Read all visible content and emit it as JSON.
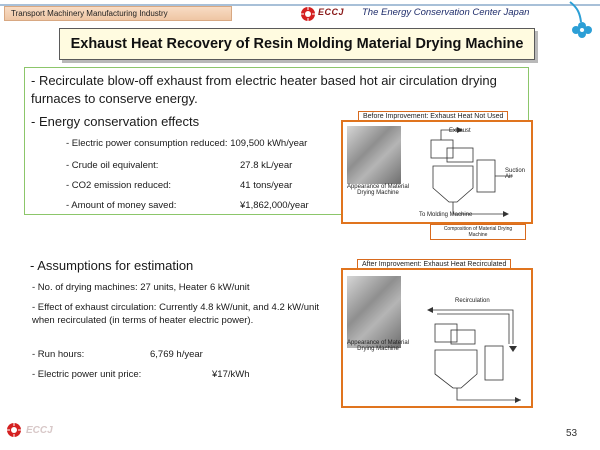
{
  "header": {
    "tag": "Transport Machinery Manufacturing Industry",
    "eccj": "ECCJ",
    "center": "The Energy Conservation Center Japan"
  },
  "title": "Exhaust Heat Recovery of Resin Molding Material Drying Machine",
  "top": {
    "bullet1": "- Recirculate blow-off exhaust from electric heater based hot air circulation drying furnaces to conserve energy.",
    "bullet2": "- Energy conservation effects",
    "effects": [
      {
        "label": "- Electric power consumption reduced: 109,500 kWh/year",
        "value": ""
      },
      {
        "label": "- Crude oil equivalent:",
        "value": "27.8 kL/year"
      },
      {
        "label": "- CO2 emission reduced:",
        "value": "41 tons/year"
      },
      {
        "label": "- Amount of money saved:",
        "value": "¥1,862,000/year"
      }
    ]
  },
  "assumptions": {
    "heading": "- Assumptions for estimation",
    "items": [
      {
        "label": "- No. of drying machines: 27 units, Heater 6 kW/unit",
        "value": ""
      },
      {
        "label": "- Effect of exhaust circulation: Currently 4.8 kW/unit, and 4.2 kW/unit when recirculated (in terms of heater electric power).",
        "value": ""
      },
      {
        "label": "- Run hours:",
        "value": "6,769 h/year"
      },
      {
        "label": "- Electric power unit price:",
        "value": "¥17/kWh"
      }
    ]
  },
  "diagram_before": {
    "label": "Before Improvement: Exhaust Heat Not Used",
    "photo_caption": "Appearance of Material Drying Machine",
    "exhaust": "Exhaust",
    "suction": "Suction Air",
    "to_molding": "To Molding Machine",
    "composition": "Composition of Material Drying Machine"
  },
  "diagram_after": {
    "label": "After Improvement: Exhaust Heat Recirculated",
    "photo_caption": "Appearance of Material Drying Machine",
    "recirc": "Recirculation"
  },
  "footer": {
    "eccj": "ECCJ",
    "page": "53"
  },
  "colors": {
    "accent_orange": "#e0741e",
    "green_frame": "#8cc66a",
    "title_bg": "#fffbe0"
  }
}
